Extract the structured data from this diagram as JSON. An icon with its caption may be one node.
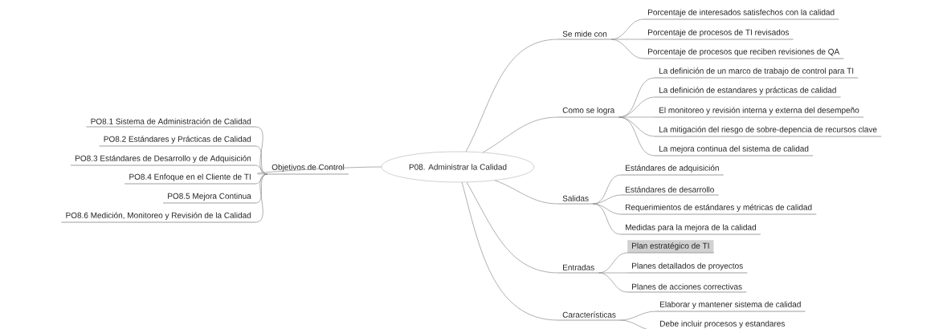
{
  "diagram": {
    "nodes": [
      {
        "text": [
          "P08. Administrar la Calidad"
        ]
      },
      {
        "text": [
          "Objetivos de Control"
        ]
      },
      {
        "text": [
          "PO8.1 Sistema de Administración de Calidad"
        ]
      },
      {
        "text": [
          "PO8.2 Estándares y Prácticas de Calidad"
        ]
      },
      {
        "text": [
          "PO8.3 Estándares de Desarrollo y de Adquisición"
        ]
      },
      {
        "text": [
          "PO8.4 Enfoque en el Cliente de TI"
        ]
      },
      {
        "text": [
          "PO8.5 Mejora Continua"
        ]
      },
      {
        "text": [
          "PO8.6 Medición, Monitoreo y Revisión de la Calidad"
        ]
      },
      {
        "text": [
          "Se mide con"
        ]
      },
      {
        "text": [
          "Porcentaje de interesados satisfechos con la calidad"
        ]
      },
      {
        "text": [
          "Porcentaje de procesos de TI revisados"
        ]
      },
      {
        "text": [
          "Porcentaje de procesos que reciben revisiones de QA"
        ]
      },
      {
        "text": [
          "Como se logra"
        ]
      },
      {
        "text": [
          "La definición de un marco de trabajo de control para TI"
        ]
      },
      {
        "text": [
          "La definición de estandares y prácticas de calidad"
        ]
      },
      {
        "text": [
          "El monitoreo y revisión interna y externa del desempeño"
        ]
      },
      {
        "text": [
          "La mitigación del riesgo de sobre-depencia de recursos clave"
        ]
      },
      {
        "text": [
          "La mejora continua del sistema de calidad"
        ]
      },
      {
        "text": [
          "Salidas"
        ]
      },
      {
        "text": [
          "Estándares de adquisición"
        ]
      },
      {
        "text": [
          "Estándares de desarrollo"
        ]
      },
      {
        "text": [
          "Requerimientos de estándares y métricas de calidad"
        ]
      },
      {
        "text": [
          "Medidas para la mejora de la calidad"
        ]
      },
      {
        "text": [
          "Entradas"
        ]
      },
      {
        "text": [
          "Plan estratégico de TI"
        ]
      },
      {
        "text": [
          "Planes detallados de proyectos"
        ]
      },
      {
        "text": [
          "Planes de acciones correctivas"
        ]
      },
      {
        "text": [
          "Características"
        ]
      },
      {
        "text": [
          "Elaborar y mantener sistema  de calidad"
        ]
      },
      {
        "text": [
          "Debe incluir procesos y estandares"
        ]
      }
    ],
    "edges": [
      {
        "from": 0,
        "to": 1,
        "arrow": "none"
      },
      {
        "from": 1,
        "to": 2,
        "arrow": "none"
      },
      {
        "from": 1,
        "to": 3,
        "arrow": "none"
      },
      {
        "from": 1,
        "to": 4,
        "arrow": "none"
      },
      {
        "from": 1,
        "to": 5,
        "arrow": "none"
      },
      {
        "from": 1,
        "to": 6,
        "arrow": "none"
      },
      {
        "from": 1,
        "to": 7,
        "arrow": "none"
      },
      {
        "from": 0,
        "to": 8,
        "arrow": "none"
      },
      {
        "from": 8,
        "to": 9,
        "arrow": "none"
      },
      {
        "from": 8,
        "to": 10,
        "arrow": "none"
      },
      {
        "from": 8,
        "to": 11,
        "arrow": "none"
      },
      {
        "from": 0,
        "to": 12,
        "arrow": "none"
      },
      {
        "from": 12,
        "to": 13,
        "arrow": "none"
      },
      {
        "from": 12,
        "to": 14,
        "arrow": "none"
      },
      {
        "from": 12,
        "to": 15,
        "arrow": "none"
      },
      {
        "from": 12,
        "to": 16,
        "arrow": "none"
      },
      {
        "from": 12,
        "to": 17,
        "arrow": "none"
      },
      {
        "from": 0,
        "to": 18,
        "arrow": "none"
      },
      {
        "from": 18,
        "to": 19,
        "arrow": "none"
      },
      {
        "from": 18,
        "to": 20,
        "arrow": "none"
      },
      {
        "from": 18,
        "to": 21,
        "arrow": "none"
      },
      {
        "from": 18,
        "to": 22,
        "arrow": "none"
      },
      {
        "from": 0,
        "to": 23,
        "arrow": "none"
      },
      {
        "from": 23,
        "to": 24,
        "arrow": "none"
      },
      {
        "from": 23,
        "to": 25,
        "arrow": "none"
      },
      {
        "from": 23,
        "to": 26,
        "arrow": "none"
      },
      {
        "from": 0,
        "to": 27,
        "arrow": "none"
      },
      {
        "from": 27,
        "to": 28,
        "arrow": "none"
      },
      {
        "from": 27,
        "to": 29,
        "arrow": "none"
      }
    ]
  }
}
